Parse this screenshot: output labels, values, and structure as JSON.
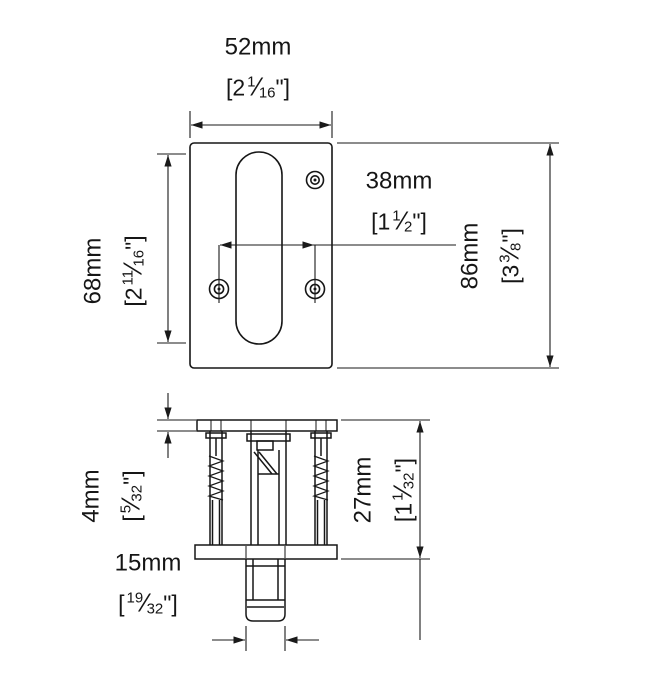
{
  "glyphs": {
    "slash": "⁄"
  },
  "dims": {
    "w52": {
      "mm": "52mm",
      "open": "[2",
      "num": "1",
      "den": "16",
      "close": "\"]"
    },
    "d38": {
      "mm": "38mm",
      "open": "[1",
      "num": "1",
      "den": "2",
      "close": "\"]"
    },
    "h86": {
      "mm": "86mm",
      "open": "[3",
      "num": "3",
      "den": "8",
      "close": "\"]"
    },
    "s68": {
      "mm": "68mm",
      "open": "[2",
      "num": "11",
      "den": "16",
      "close": "\"]"
    },
    "t4": {
      "mm": "4mm",
      "open": "[",
      "num": "5",
      "den": "32",
      "close": "\"]"
    },
    "b27": {
      "mm": "27mm",
      "open": "[1",
      "num": "1",
      "den": "32",
      "close": "\"]"
    },
    "p15": {
      "mm": "15mm",
      "open": "[",
      "num": "19",
      "den": "32",
      "close": "\"]"
    }
  }
}
